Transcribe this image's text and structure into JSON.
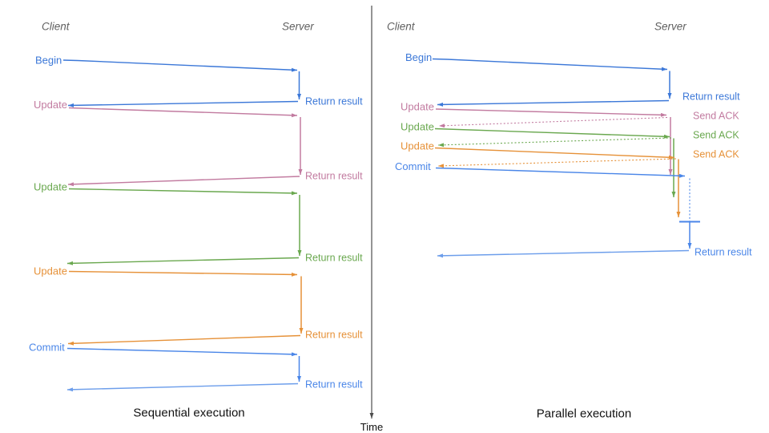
{
  "colors": {
    "blue": "#3c78d8",
    "light_blue": "#4a86e8",
    "sky_blue": "#6d9eeb",
    "pink": "#c27ba0",
    "green": "#6aa84f",
    "orange": "#e69138",
    "axis_gray": "#4d4d4d",
    "header_gray": "#606060",
    "title_black": "#111111"
  },
  "axis": {
    "label": "Time"
  },
  "sequential": {
    "title": "Sequential execution",
    "client": "Client",
    "server": "Server",
    "rows": [
      {
        "label": "Begin",
        "response": "Return result"
      },
      {
        "label": "Update",
        "response": "Return result"
      },
      {
        "label": "Update",
        "response": "Return result"
      },
      {
        "label": "Update",
        "response": "Return result"
      },
      {
        "label": "Commit",
        "response": "Return result"
      }
    ]
  },
  "parallel": {
    "title": "Parallel execution",
    "client": "Client",
    "server": "Server",
    "rows": [
      {
        "label": "Begin",
        "response": "Return result"
      },
      {
        "label": "Update",
        "response": "Send ACK"
      },
      {
        "label": "Update",
        "response": "Send ACK"
      },
      {
        "label": "Update",
        "response": "Send ACK"
      },
      {
        "label": "Commit",
        "response": "Return result"
      }
    ]
  }
}
